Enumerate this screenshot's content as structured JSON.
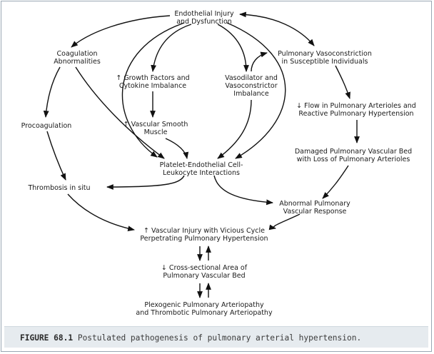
{
  "diagram": {
    "nodes": [
      {
        "id": "endothelial",
        "lines": [
          "Endothelial Injury",
          "and Dysfunction"
        ]
      },
      {
        "id": "coagulation",
        "lines": [
          "Coagulation",
          "Abnormalities"
        ]
      },
      {
        "id": "growth",
        "lines": [
          "↑ Growth Factors and",
          "Cytokine Imbalance"
        ]
      },
      {
        "id": "vasodilator",
        "lines": [
          "Vasodilator and",
          "Vasoconstrictor",
          "Imbalance"
        ]
      },
      {
        "id": "vasoconstriction",
        "lines": [
          "Pulmonary Vasoconstriction",
          "in Susceptible Individuals"
        ]
      },
      {
        "id": "procoagulation",
        "lines": [
          "Procoagulation"
        ]
      },
      {
        "id": "smooth",
        "lines": [
          "↑ Vascular Smooth",
          "Muscle"
        ]
      },
      {
        "id": "flow",
        "lines": [
          "↓ Flow in Pulmonary Arterioles and",
          "Reactive Pulmonary Hypertension"
        ]
      },
      {
        "id": "damaged",
        "lines": [
          "Damaged Pulmonary Vascular Bed",
          "with Loss of Pulmonary Arterioles"
        ]
      },
      {
        "id": "platelet",
        "lines": [
          "Platelet-Endothelial Cell-",
          "Leukocyte Interactions"
        ]
      },
      {
        "id": "thrombosis",
        "lines": [
          "Thrombosis in situ"
        ]
      },
      {
        "id": "abnormal",
        "lines": [
          "Abnormal Pulmonary",
          "Vascular Response"
        ]
      },
      {
        "id": "injury",
        "lines": [
          "↑ Vascular Injury with Vicious Cycle",
          "Perpetrating Pulmonary Hypertension"
        ]
      },
      {
        "id": "crosssection",
        "lines": [
          "↓ Cross-sectional Area of",
          "Pulmonary Vascular Bed"
        ]
      },
      {
        "id": "plexogenic",
        "lines": [
          "Plexogenic Pulmonary Arteriopathy",
          "and Thrombotic Pulmonary Arteriopathy"
        ]
      }
    ]
  },
  "caption": {
    "label": "FIGURE 68.1",
    "text": " Postulated pathogenesis of pulmonary arterial hypertension."
  }
}
